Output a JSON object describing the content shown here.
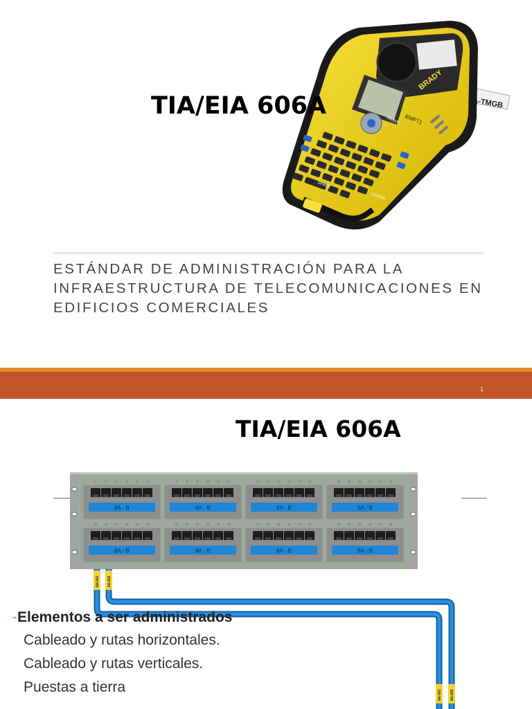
{
  "slide1": {
    "title": "TIA/EIA 606A",
    "subtitle_lines": [
      "Estándar de administración para la",
      "infraestructura de telecomunicaciones en",
      "edificios comerciales"
    ],
    "page_number": "1",
    "device": {
      "brand": "BRADY",
      "model": "BMP71",
      "label_text": "A-TMGB",
      "keys": [
        "PRINT",
        "SPACE",
        "ENTER"
      ]
    },
    "colors": {
      "footer_band": "#c0542a",
      "footer_accent": "#e6892f",
      "device_yellow": "#f3d21a"
    }
  },
  "slide2": {
    "title": "TIA/EIA 606A",
    "patch_panel": {
      "port_numbers_top": [
        "1",
        "2",
        "3",
        "4",
        "5",
        "6",
        "7",
        "8",
        "9",
        "10",
        "11",
        "12",
        "13",
        "14",
        "15",
        "16",
        "17",
        "18",
        "19",
        "20",
        "21",
        "22",
        "23",
        "24"
      ],
      "port_numbers_bottom": [
        "25",
        "26",
        "27",
        "28",
        "29",
        "30",
        "31",
        "32",
        "33",
        "34",
        "35",
        "36",
        "37",
        "38",
        "39",
        "40",
        "41",
        "42",
        "43",
        "44",
        "45",
        "46",
        "47",
        "48"
      ],
      "group_label": "8A - B",
      "cable_labels": [
        "8A-001",
        "8A-002"
      ]
    },
    "bullet_dash": "-",
    "bullet_heading": "Elementos a ser administrados",
    "bullet_items": [
      "Cableado y rutas horizontales.",
      "Cableado y rutas verticales.",
      "Puestas a tierra"
    ],
    "colors": {
      "panel_gray": "#9a9a9a",
      "label_blue": "#1f86d6",
      "cable_blue": "#1f86d6",
      "cable_yellow": "#f2d23a"
    }
  }
}
